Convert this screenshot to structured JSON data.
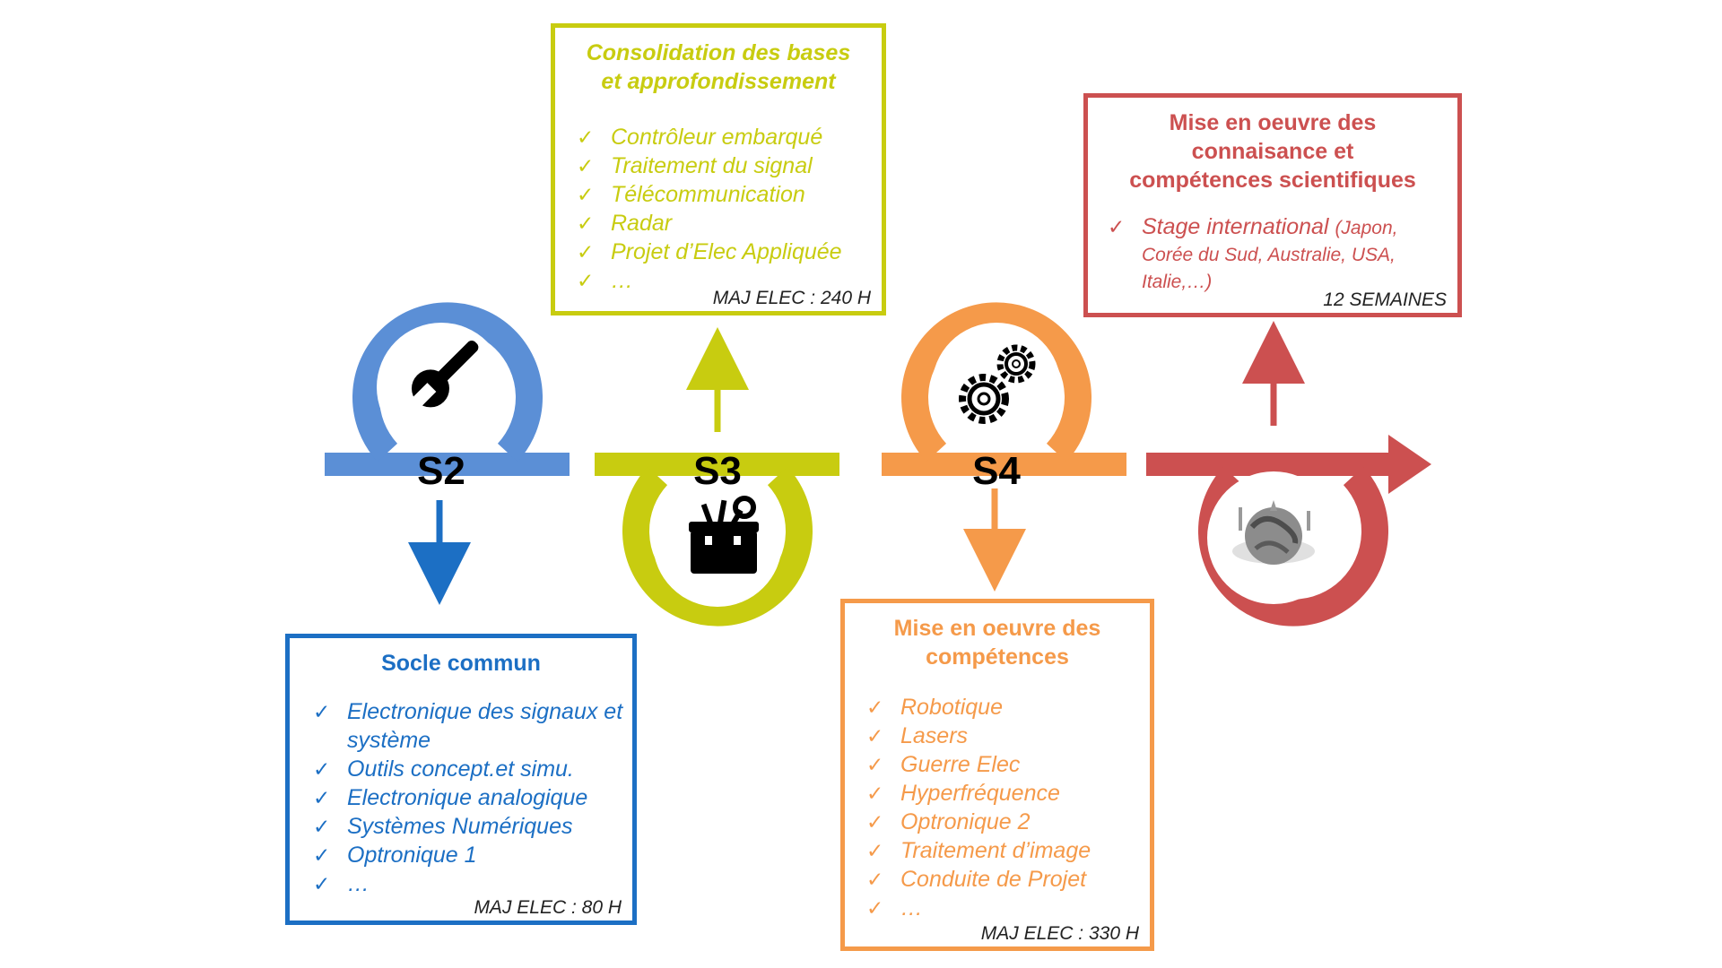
{
  "semesters": [
    {
      "id": "S2",
      "label": "S2",
      "color": "#5b8fd6",
      "icon": "wrench-icon"
    },
    {
      "id": "S3",
      "label": "S3",
      "color": "#c8cc10",
      "icon": "toolbox-icon"
    },
    {
      "id": "S4",
      "label": "S4",
      "color": "#f59a4a",
      "icon": "gears-icon"
    },
    {
      "id": "S5",
      "label": "",
      "color": "#cc5050",
      "icon": "globe-icon"
    }
  ],
  "boxes": {
    "socle": {
      "color": "#1c6fc4",
      "title": "Socle commun",
      "items": [
        "Electronique des signaux et système",
        "Outils concept.et simu.",
        "Electronique analogique",
        "Systèmes Numériques",
        "Optronique 1",
        "…"
      ],
      "footer": "MAJ ELEC : 80 H"
    },
    "consolidation": {
      "color": "#c8cc10",
      "title_lines": [
        "Consolidation des bases",
        "et approfondissement"
      ],
      "items": [
        "Contrôleur embarqué",
        "Traitement du signal",
        "Télécommunication",
        "Radar",
        "Projet d’Elec Appliquée",
        "…"
      ],
      "footer": "MAJ ELEC : 240 H"
    },
    "competences": {
      "color": "#f59a4a",
      "title_lines": [
        "Mise en oeuvre des",
        "compétences"
      ],
      "items": [
        "Robotique",
        "Lasers",
        "Guerre Elec",
        "Hyperfréquence",
        "Optronique 2",
        "Traitement d’image",
        "Conduite de Projet",
        "…"
      ],
      "footer": "MAJ ELEC : 330 H"
    },
    "scientifiques": {
      "color": "#cc5050",
      "title_lines": [
        "Mise en oeuvre des",
        "connaisance et",
        "compétences scientifiques"
      ],
      "item_main": "Stage international",
      "item_detail": "(Japon, Corée du Sud, Australie, USA, Italie,…)",
      "footer": "12 SEMAINES"
    }
  }
}
